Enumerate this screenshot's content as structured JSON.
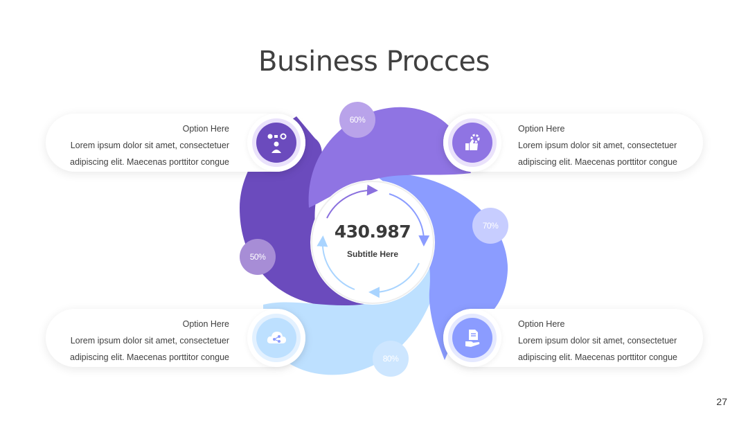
{
  "title": "Business Procces",
  "page_number": "27",
  "center": {
    "value": "430.987",
    "subtitle": "Subtitle Here"
  },
  "percentages": {
    "purple_top": "60%",
    "periwinkle": "70%",
    "dark_purple": "50%",
    "light_blue": "80%"
  },
  "options": [
    {
      "title": "Option Here",
      "line1": "Lorem ipsum dolor sit amet, consectetuer",
      "line2": "adipiscing elit. Maecenas porttitor congue",
      "icon": "team-process-icon"
    },
    {
      "title": "Option Here",
      "line1": "Lorem ipsum dolor sit amet, consectetuer",
      "line2": "adipiscing elit. Maecenas porttitor congue",
      "icon": "thumbs-up-gear-icon"
    },
    {
      "title": "Option Here",
      "line1": "Lorem ipsum dolor sit amet, consectetuer",
      "line2": "adipiscing elit. Maecenas porttitor congue",
      "icon": "cloud-share-icon"
    },
    {
      "title": "Option Here",
      "line1": "Lorem ipsum dolor sit amet, consectetuer",
      "line2": "adipiscing elit. Maecenas porttitor congue",
      "icon": "document-hand-icon"
    }
  ],
  "colors": {
    "dark_purple": "#6b4bbd",
    "purple": "#8f74e3",
    "periwinkle": "#8b9cff",
    "light_blue": "#bde0ff",
    "badge_purple": "#b9a3ea",
    "badge_periwinkle": "#c7cdff",
    "badge_dark": "#a78dd6",
    "badge_light": "#cde6ff"
  }
}
